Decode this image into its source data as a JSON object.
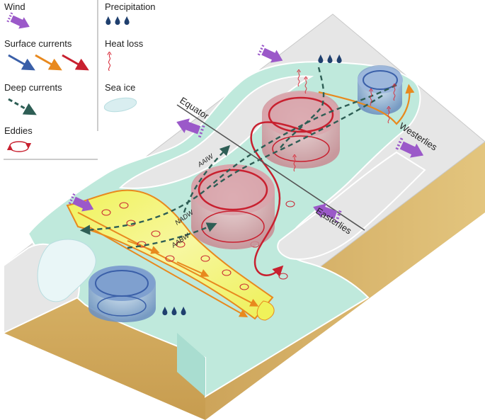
{
  "legend": {
    "wind": "Wind",
    "surface_currents": "Surface currents",
    "deep_currents": "Deep currents",
    "eddies": "Eddies",
    "precipitation": "Precipitation",
    "heat_loss": "Heat loss",
    "sea_ice": "Sea ice"
  },
  "labels": {
    "equator": "Equator",
    "westerlies": "Westerlies",
    "easterlies": "Easterlies"
  },
  "water_masses": {
    "aaiw": "AAIW",
    "nadw": "NADW",
    "aabw": "AABW"
  },
  "colors": {
    "wind": "#9b59c9",
    "surface_blue": "#3a5fa8",
    "surface_orange": "#e8891e",
    "surface_red": "#c8202f",
    "deep": "#2e5e55",
    "ocean": "#b9e8da",
    "land_top": "#e6e6e6",
    "land_side": "#d6b46a",
    "yellow_current": "#f4f47a",
    "precip": "#1f3f6e"
  }
}
